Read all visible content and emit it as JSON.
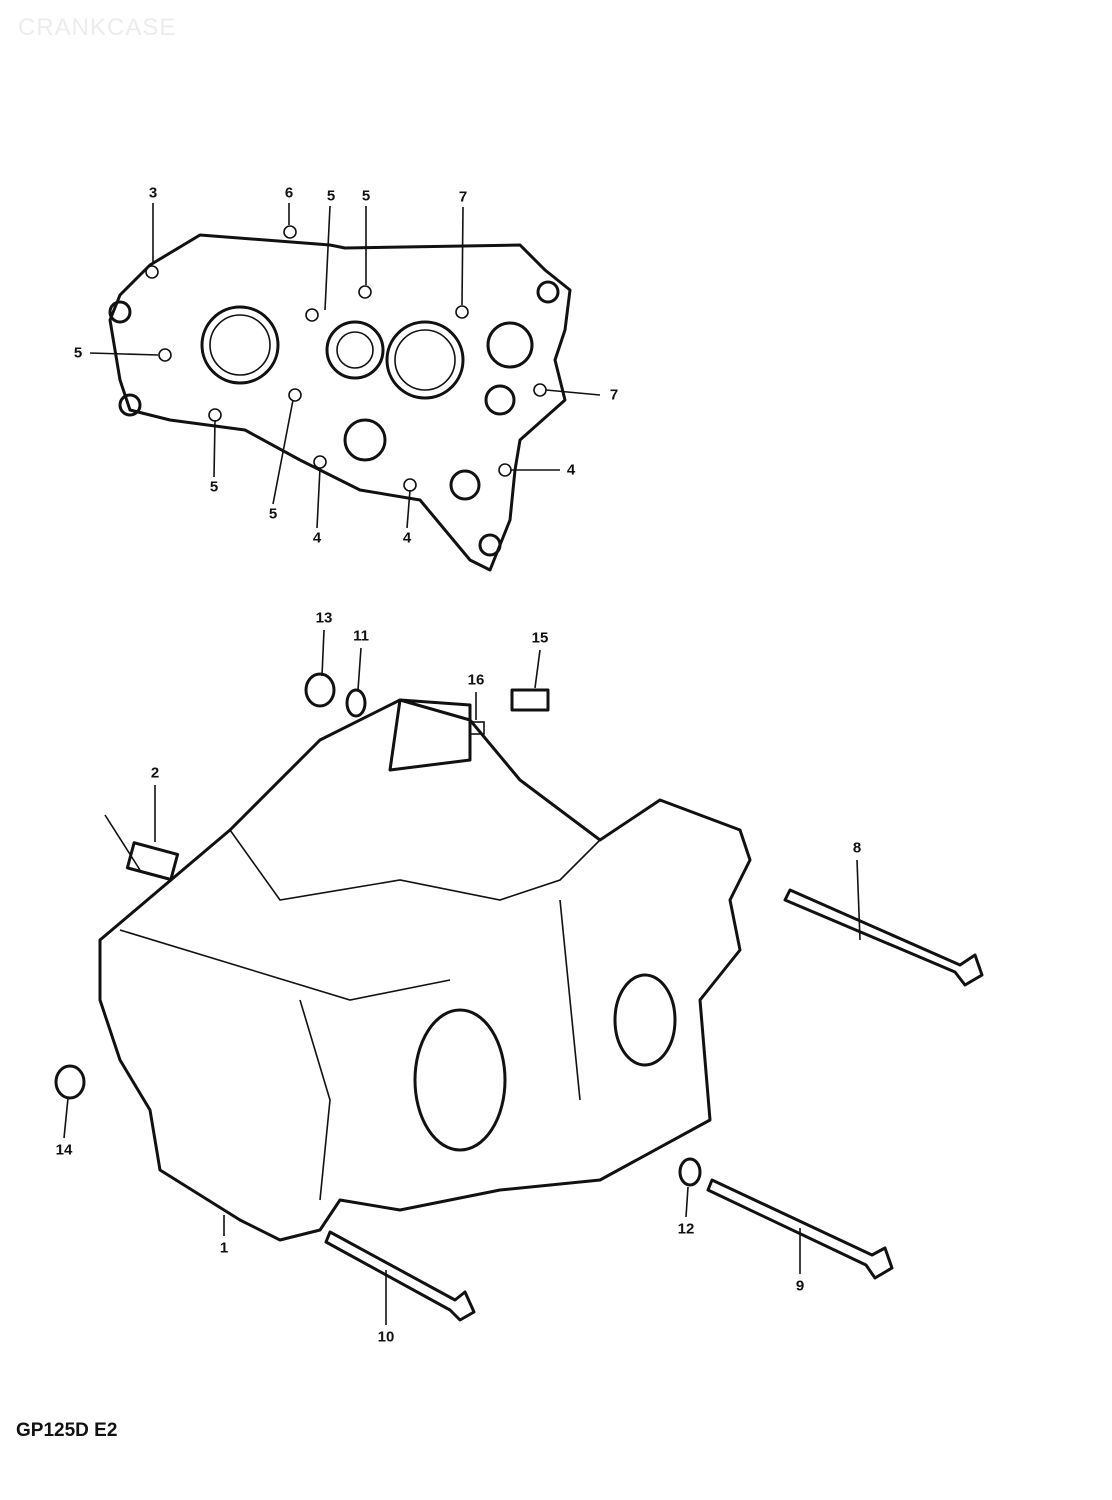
{
  "title": "CRANKCASE",
  "model_code": "GP125D E2",
  "callouts": {
    "top_view": [
      "3",
      "6",
      "5",
      "5",
      "7",
      "5",
      "7",
      "5",
      "5",
      "4",
      "4",
      "4"
    ],
    "exploded_view": [
      "13",
      "11",
      "15",
      "16",
      "2",
      "8",
      "14",
      "1",
      "12",
      "9",
      "10"
    ]
  }
}
